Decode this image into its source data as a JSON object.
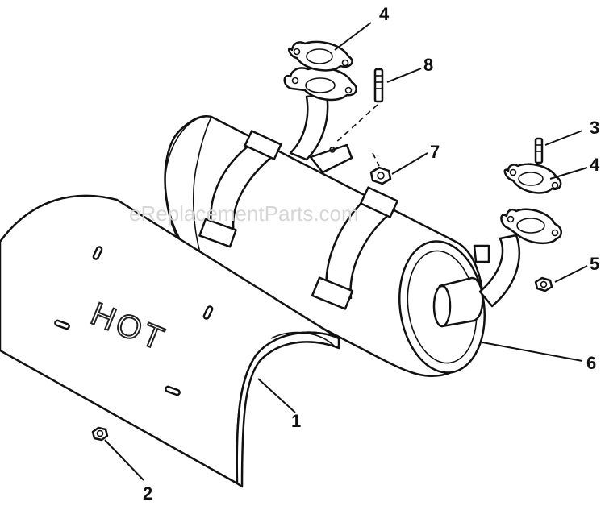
{
  "watermark": "eReplacementParts.com",
  "heat_shield_text": "HOT",
  "callouts": [
    {
      "id": "1",
      "label": "1"
    },
    {
      "id": "2",
      "label": "2"
    },
    {
      "id": "3",
      "label": "3"
    },
    {
      "id": "4a",
      "label": "4"
    },
    {
      "id": "4b",
      "label": "4"
    },
    {
      "id": "5",
      "label": "5"
    },
    {
      "id": "6",
      "label": "6"
    },
    {
      "id": "7",
      "label": "7"
    },
    {
      "id": "8",
      "label": "8"
    }
  ]
}
